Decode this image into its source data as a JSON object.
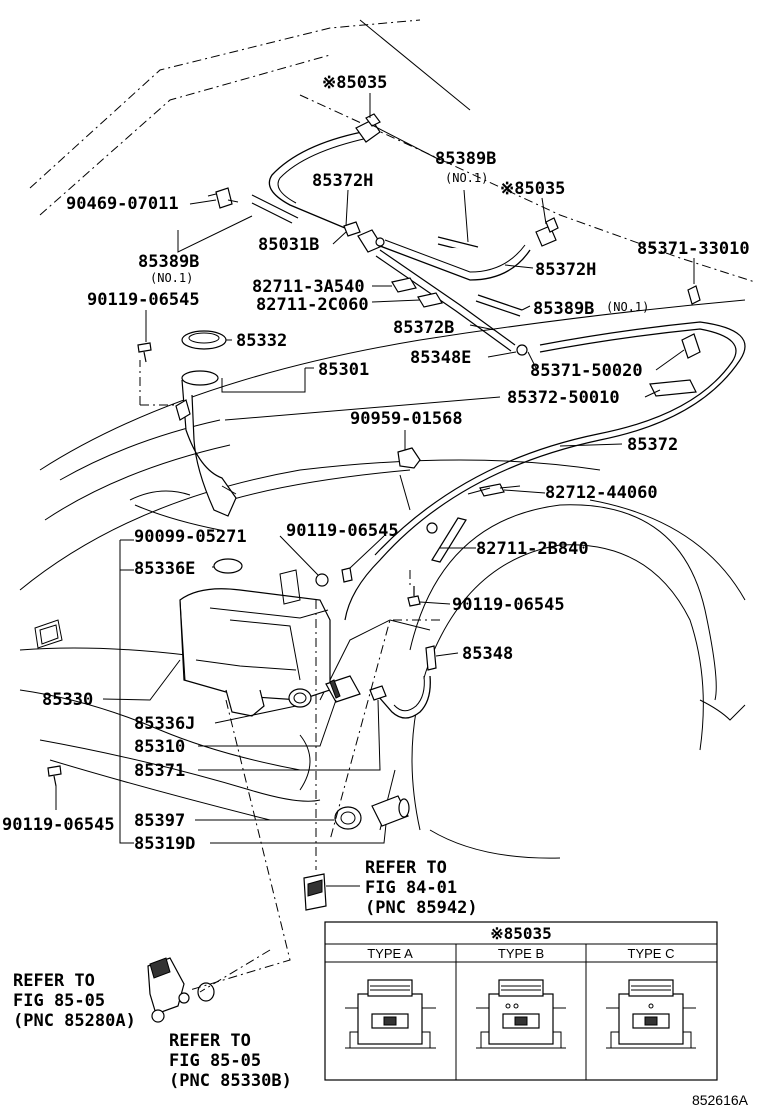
{
  "callouts": {
    "c85035_top": "※85035",
    "c85389b_top": "85389B",
    "c85389b_top_sub": "(NO.1)",
    "c85035_mid": "※85035",
    "c85372h_a": "85372H",
    "c90469": "90469-07011",
    "c85031b": "85031B",
    "c85372h_b": "85372H",
    "c85371_33010": "85371-33010",
    "c85389b_left": "85389B",
    "c85389b_left_sub": "(NO.1)",
    "c82711_3a540": "82711-3A540",
    "c82711_2c060": "82711-2C060",
    "c85389b_right": "85389B",
    "c85389b_right_sub": "(NO.1)",
    "c90119_a": "90119-06545",
    "c85372b": "85372B",
    "c85332": "85332",
    "c85348e": "85348E",
    "c85371_50020": "85371-50020",
    "c85301": "85301",
    "c85372_50010": "85372-50010",
    "c90959": "90959-01568",
    "c85372": "85372",
    "c82712": "82712-44060",
    "c90099": "90099-05271",
    "c90119_b": "90119-06545",
    "c82711_2b840": "82711-2B840",
    "c85336e": "85336E",
    "c90119_c": "90119-06545",
    "c85348": "85348",
    "c85330": "85330",
    "c85336j": "85336J",
    "c85310": "85310",
    "c85371": "85371",
    "c90119_d": "90119-06545",
    "c85397": "85397",
    "c85319d": "85319D"
  },
  "refs": {
    "r1_l1": "REFER TO",
    "r1_l2": "FIG 84-01",
    "r1_l3": "(PNC 85942)",
    "r2_l1": "REFER TO",
    "r2_l2": "FIG 85-05",
    "r2_l3": "(PNC 85280A)",
    "r3_l1": "REFER TO",
    "r3_l2": "FIG 85-05",
    "r3_l3": "(PNC 85330B)"
  },
  "variants_table": {
    "title": "※85035",
    "columns": [
      "TYPE A",
      "TYPE B",
      "TYPE C"
    ]
  },
  "figure_id": "852616A"
}
